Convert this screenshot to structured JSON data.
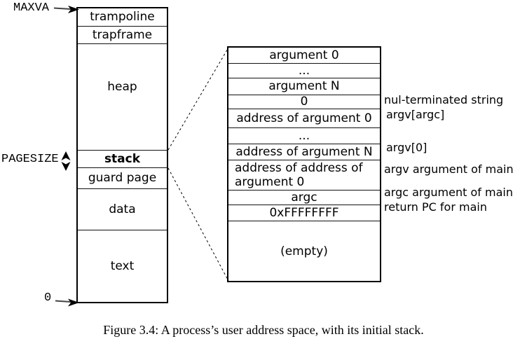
{
  "labels": {
    "maxva": "MAXVA",
    "pagesize": "PAGESIZE",
    "zero": "0"
  },
  "address_space": {
    "regions": [
      {
        "label": "trampoline"
      },
      {
        "label": "trapframe"
      },
      {
        "label": "heap"
      },
      {
        "label": "stack"
      },
      {
        "label": "guard page"
      },
      {
        "label": "data"
      },
      {
        "label": "text"
      }
    ]
  },
  "stack_detail": {
    "rows": [
      {
        "label": "argument 0"
      },
      {
        "label": "..."
      },
      {
        "label": "argument N"
      },
      {
        "label": "0"
      },
      {
        "label": "address of argument 0"
      },
      {
        "label": "..."
      },
      {
        "label": "address of argument N"
      },
      {
        "label": "address of address of\n argument 0"
      },
      {
        "label": "argc"
      },
      {
        "label": "0xFFFFFFFF"
      },
      {
        "label": "(empty)"
      }
    ],
    "annotations": [
      "nul-terminated string",
      "argv[argc]",
      "argv[0]",
      "argv argument of main",
      "argc argument of main",
      "return PC for main"
    ]
  },
  "figure": {
    "caption": "Figure 3.4: A process’s user address space, with its initial stack."
  },
  "colors": {
    "line": "#000000",
    "background": "#ffffff"
  }
}
